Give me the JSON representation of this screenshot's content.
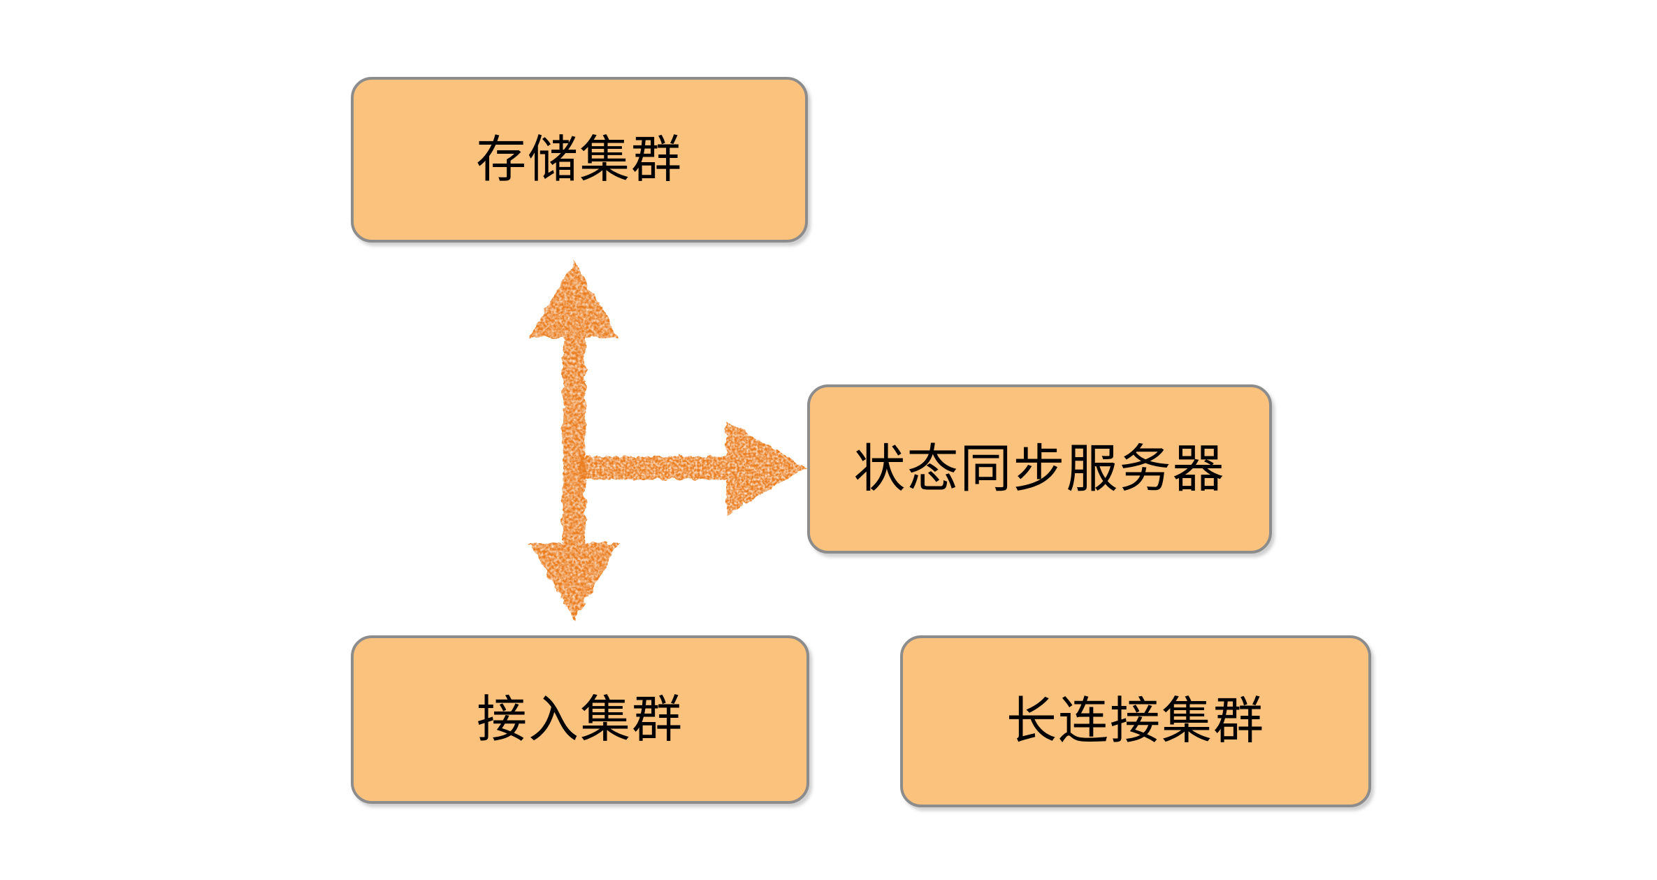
{
  "diagram": {
    "background_color": "#ffffff",
    "node_fill_color": "#fbc27d",
    "node_border_color": "#8c8c8c",
    "arrow_color": "#ea7b1a",
    "text_color": "#000000",
    "nodes": [
      {
        "id": "storage",
        "label": "存储集群",
        "position": "top-left"
      },
      {
        "id": "statesync",
        "label": "状态同步服务器",
        "position": "middle-right"
      },
      {
        "id": "access",
        "label": "接入集群",
        "position": "bottom-left"
      },
      {
        "id": "longconn",
        "label": "长连接集群",
        "position": "bottom-right"
      }
    ],
    "connector": {
      "name": "triple-headed-arrow",
      "style": "rough-crayon-texture",
      "color": "#ea7b1a",
      "heads": [
        "up",
        "down",
        "right"
      ],
      "connects": [
        "storage",
        "access",
        "statesync"
      ]
    }
  }
}
